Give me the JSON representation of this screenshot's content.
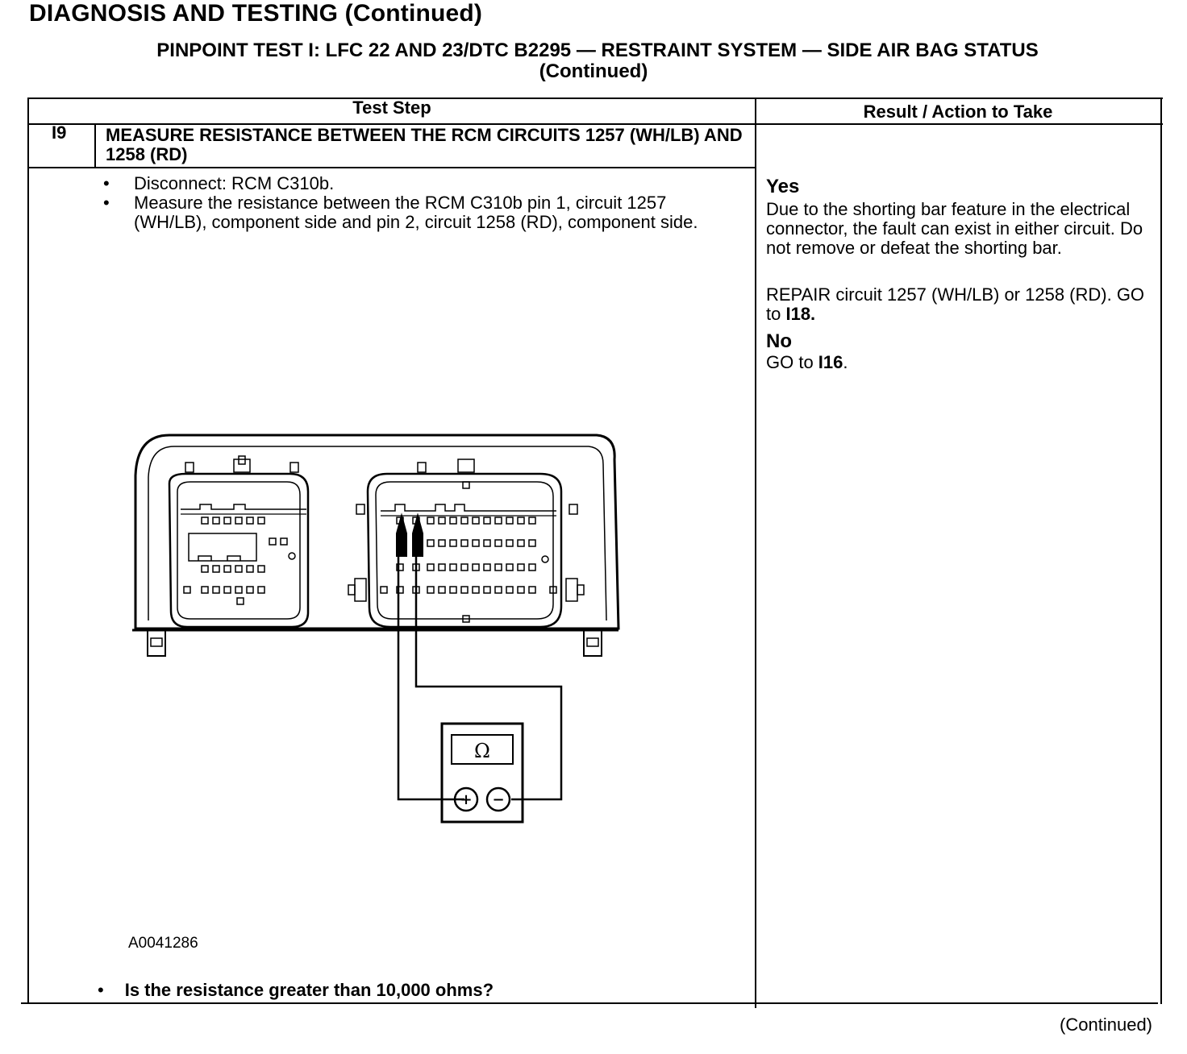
{
  "page_title": "DIAGNOSIS AND TESTING (Continued)",
  "test_title_line1": "PINPOINT TEST I: LFC 22 AND 23/DTC B2295 — RESTRAINT SYSTEM — SIDE AIR BAG STATUS",
  "test_title_line2": "(Continued)",
  "columns": {
    "test_step": "Test Step",
    "result": "Result / Action to Take"
  },
  "step": {
    "id": "I9",
    "title": "MEASURE RESISTANCE BETWEEN THE RCM CIRCUITS 1257 (WH/LB) AND 1258 (RD)",
    "bullets": [
      "Disconnect: RCM C310b.",
      "Measure the resistance between the RCM C310b pin 1, circuit 1257 (WH/LB), component side and pin 2, circuit 1258 (RD), component side."
    ],
    "bullet_symbol": "•",
    "figure_id": "A0041286",
    "meter_symbol": "Ω",
    "plus": "+",
    "minus": "−",
    "question": "Is the resistance greater than 10,000 ohms?"
  },
  "result": {
    "yes_label": "Yes",
    "yes_text": "Due to the shorting bar feature in the electrical connector, the fault can exist in either circuit. Do not remove or defeat the shorting bar.",
    "repair_text": "REPAIR circuit 1257 (WH/LB) or 1258 (RD). GO to ",
    "repair_target": "I18.",
    "no_label": "No",
    "no_text": "GO to ",
    "no_target": "I16",
    "no_tail": "."
  },
  "footer_continued": "(Continued)"
}
